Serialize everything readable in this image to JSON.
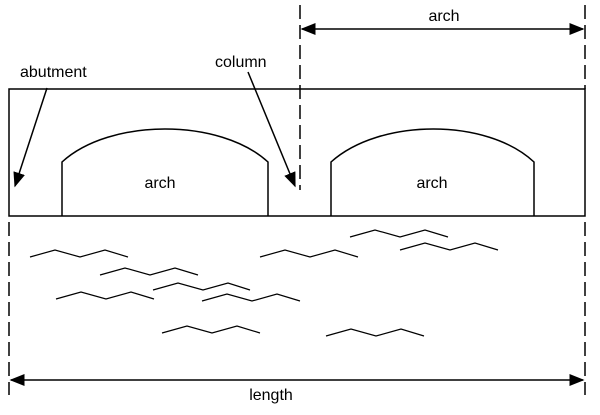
{
  "labels": {
    "abutment": "abutment",
    "column": "column",
    "arch_left": "arch",
    "arch_right": "arch",
    "arch_span": "arch",
    "length": "length"
  },
  "colors": {
    "stroke": "#000000",
    "background": "#ffffff"
  }
}
